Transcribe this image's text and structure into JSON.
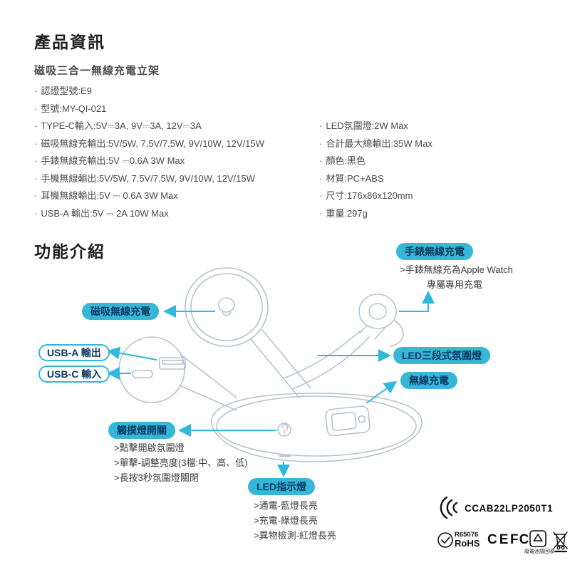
{
  "header": {
    "title": "產品資訊",
    "subtitle": "磁吸三合一無線充電立架"
  },
  "specs": {
    "bullet": "·",
    "left": [
      "認證型號:E9",
      "型號:MY-QI-021",
      "TYPE-C輸入:5V⎓3A, 9V⎓3A, 12V⎓3A",
      "磁吸無線充輸出:5V/5W, 7.5V/7.5W, 9V/10W, 12V/15W",
      "手錶無線充輸出:5V ⎓0.6A 3W Max",
      "手機無線輸出:5V/5W, 7.5V/7.5W, 9V/10W, 12V/15W",
      "耳機無線輸出:5V ⎓ 0.6A 3W Max",
      "USB-A 輸出:5V ⎓ 2A 10W Max"
    ],
    "right": [
      "LED氛圍燈:2W Max",
      "合計最大總輸出:35W Max",
      "顏色:黑色",
      "材質:PC+ABS",
      "尺寸:176x86x120mm",
      "重量:297g"
    ]
  },
  "features": {
    "title": "功能介紹",
    "labels": {
      "watch": "手錶無線充電",
      "watch_note1": ">手錶無線充為Apple Watch",
      "watch_note2": "專屬專用充電",
      "magsafe": "磁吸無線充電",
      "usb_a": "USB-A 輸出",
      "usb_c": "USB-C 輸入",
      "led_ring": "LED三段式氛圍燈",
      "wireless": "無線充電",
      "touch": "觸摸燈開關",
      "touch_note1": ">點擊開啟氛圍燈",
      "touch_note2": ">單擊-調整亮度(3檔:中、高、低)",
      "touch_note3": ">長按3秒氛圍燈關閉",
      "led_indicator": "LED指示燈",
      "led_note1": ">通電-藍燈長亮",
      "led_note2": ">充電-綠燈長亮",
      "led_note3": ">異物檢測-紅燈長亮"
    }
  },
  "certs": {
    "ncc": "CCAB22LP2050T1",
    "rohs_line1": "R65076",
    "rohs_line2": "RoHS",
    "ce": "CE",
    "fcc": "FC",
    "battery_recycle": "廢電池請回收"
  },
  "colors": {
    "accent": "#2fb9da",
    "pill_text": "#0d3a63",
    "line_art": "#b7c3ce"
  }
}
